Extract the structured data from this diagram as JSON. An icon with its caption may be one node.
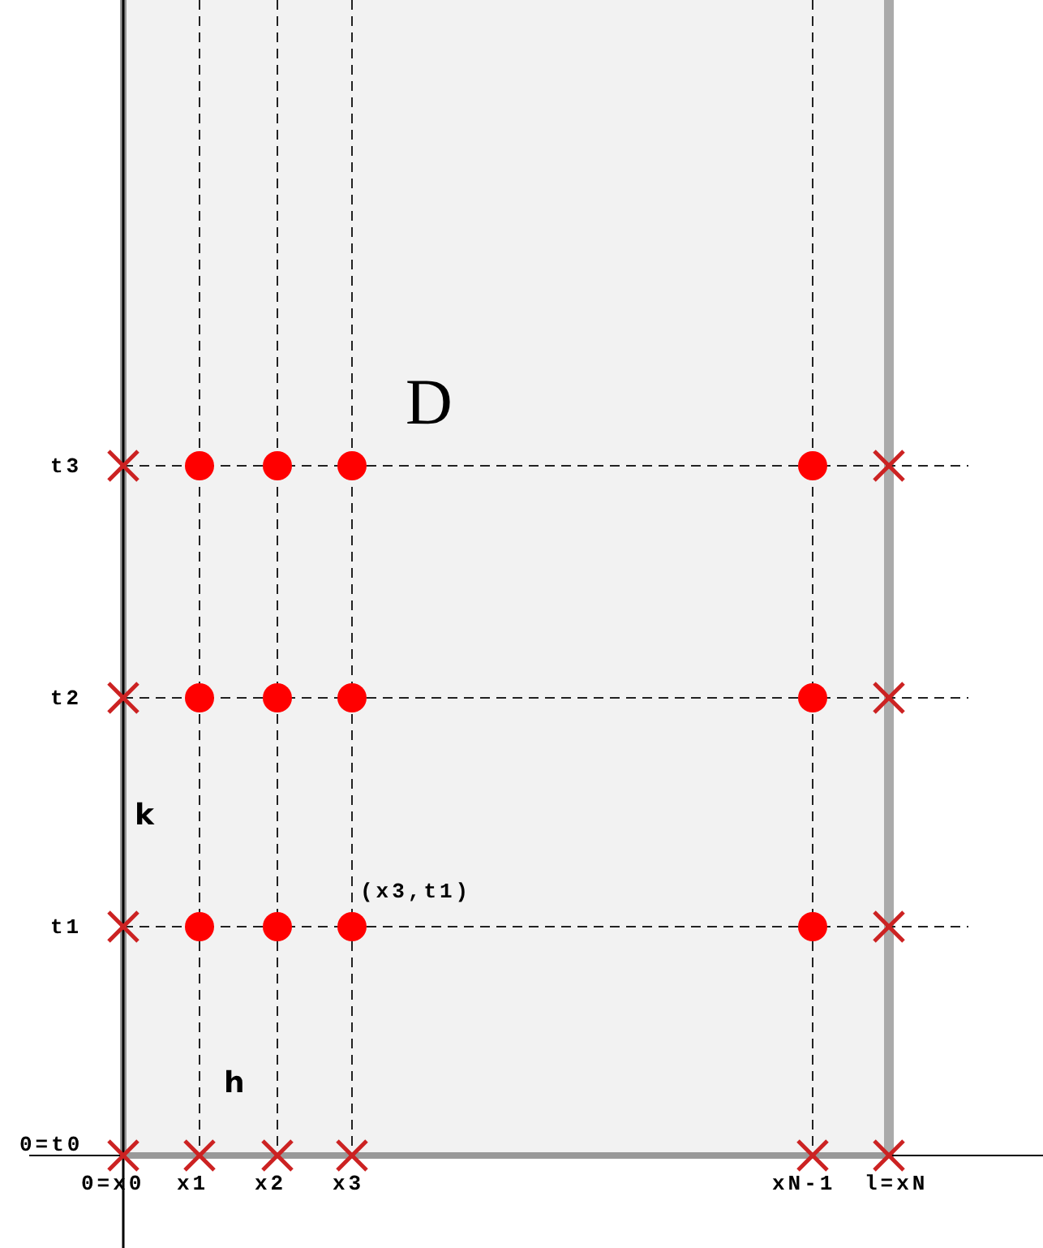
{
  "diagram": {
    "labels": [
      "D",
      "t3",
      "t2",
      "k",
      "(x3,t1)",
      "t1",
      "0=t0",
      "h",
      "0=x0",
      "x1",
      "x2",
      "x3",
      "xN-1",
      "l=xN"
    ]
  }
}
